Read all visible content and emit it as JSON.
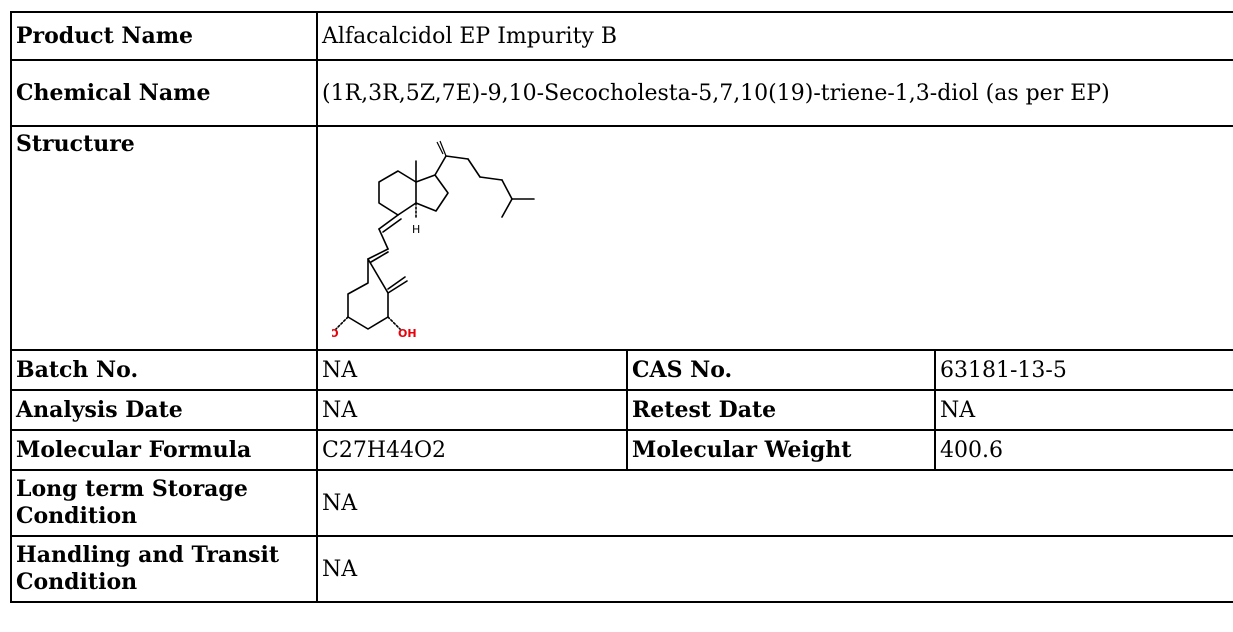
{
  "rows": {
    "product_name": {
      "label": "Product Name",
      "value": "Alfacalcidol EP Impurity B"
    },
    "chemical_name": {
      "label": "Chemical Name",
      "value": "(1R,3R,5Z,7E)-9,10-Secocholesta-5,7,10(19)-triene-1,3-diol (as per EP)"
    },
    "structure": {
      "label": "Structure",
      "labels": {
        "h": "H",
        "ho": "HO",
        "oh": "OH"
      }
    },
    "batch": {
      "label": "Batch No.",
      "value": "NA"
    },
    "cas": {
      "label": "CAS No.",
      "value": "63181-13-5"
    },
    "analysis_date": {
      "label": "Analysis Date",
      "value": "NA"
    },
    "retest_date": {
      "label": "Retest Date",
      "value": "NA"
    },
    "formula": {
      "label": "Molecular Formula",
      "value": "C27H44O2"
    },
    "weight": {
      "label": "Molecular Weight",
      "value": "400.6"
    },
    "storage": {
      "label": "Long term Storage Condition",
      "value": "NA"
    },
    "handling": {
      "label": "Handling and Transit Condition",
      "value": "NA"
    }
  },
  "colors": {
    "border": "#000000",
    "heteroatom": "#e8000b"
  }
}
